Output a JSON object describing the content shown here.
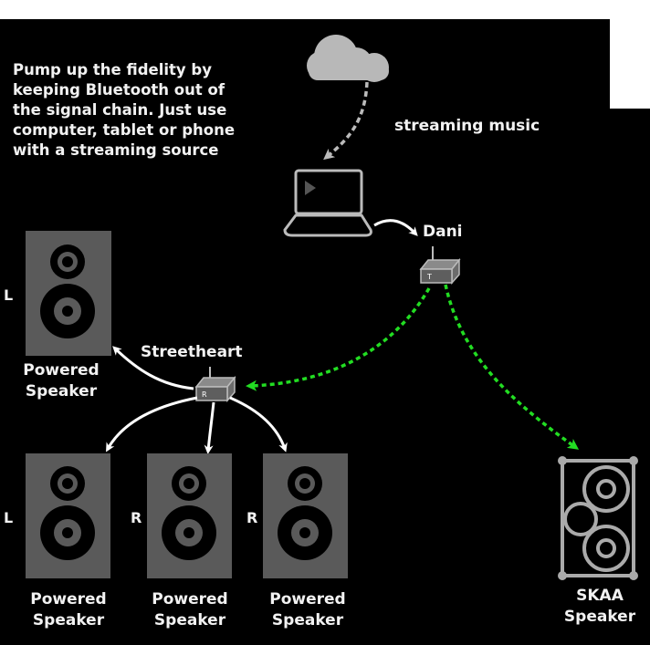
{
  "intro_text": "Pump up the fidelity by keeping Bluetooth out of the signal chain. Just use computer, tablet or phone with a streaming source",
  "labels": {
    "streaming_music": "streaming music",
    "dani": "Dani",
    "streetheart": "Streetheart",
    "transmitter_letter": "T",
    "receiver_letter": "R"
  },
  "speakers": [
    {
      "channel": "L",
      "line1": "Powered",
      "line2": "Speaker"
    },
    {
      "channel": "L",
      "line1": "Powered",
      "line2": "Speaker"
    },
    {
      "channel": "R",
      "line1": "Powered",
      "line2": "Speaker"
    },
    {
      "channel": "R",
      "line1": "Powered",
      "line2": "Speaker"
    }
  ],
  "skaa_speaker": {
    "line1": "SKAA",
    "line2": "Speaker"
  },
  "colors": {
    "background": "#000000",
    "speaker_box": "#5a5a5a",
    "cloud": "#b8b8b8",
    "wireless_link": "#22dd22",
    "wired_link": "#ffffff",
    "stream_link": "#bbbbbb"
  }
}
